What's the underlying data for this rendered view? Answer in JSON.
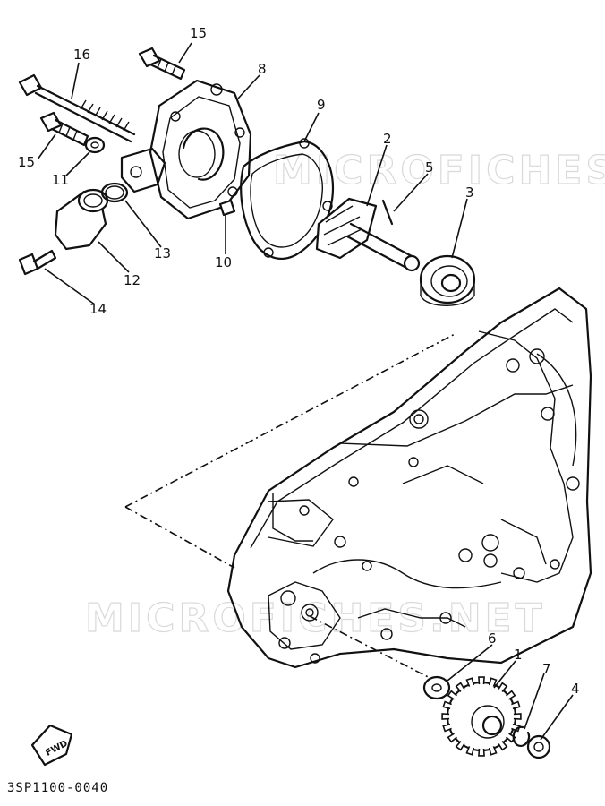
{
  "drawing_code": "3SP1100-0040",
  "fwd_label": "FWD",
  "watermark_top": "MICROFICHES.NET",
  "watermark_bottom": "MICROFICHES.NET",
  "callouts": {
    "c1": "1",
    "c2": "2",
    "c3": "3",
    "c4": "4",
    "c5": "5",
    "c6": "6",
    "c7": "7",
    "c8": "8",
    "c9": "9",
    "c10": "10",
    "c11": "11",
    "c12": "12",
    "c13": "13",
    "c14": "14",
    "c15a": "15",
    "c15b": "15",
    "c16": "16"
  }
}
